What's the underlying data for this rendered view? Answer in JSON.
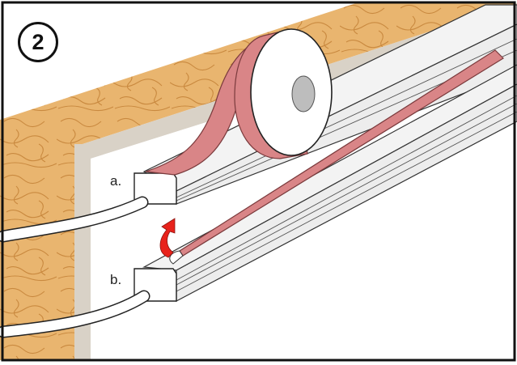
{
  "step": {
    "number": "2"
  },
  "labels": {
    "a": "a.",
    "b": "b."
  },
  "colors": {
    "wood": "#e9b56f",
    "wood_grain": "#c9893f",
    "wall": "#ffffff",
    "wall_shadow": "#d9d2c7",
    "profile": "#f3f3f3",
    "profile_edge": "#333333",
    "tape": "#d98587",
    "tape_edge": "#7a3a3c",
    "arrow": "#e8221b",
    "outline": "#222222",
    "border": "#111111"
  },
  "icons": {
    "rotate_arrow": "curved-peel-arrow-icon"
  }
}
